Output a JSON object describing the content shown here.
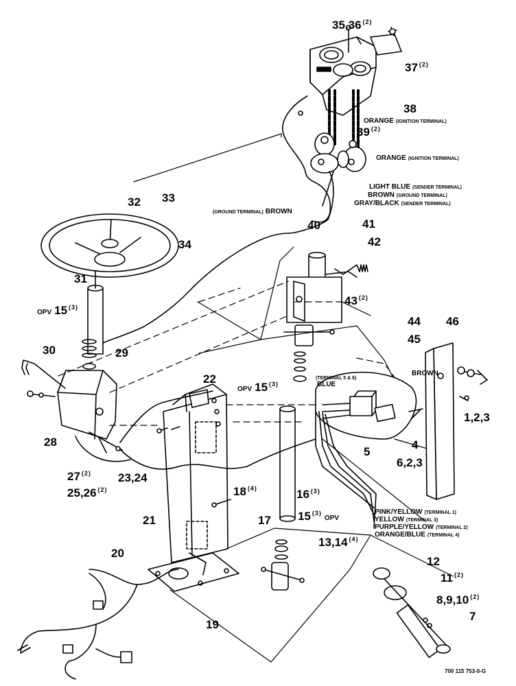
{
  "callouts": [
    {
      "id": "c-35-36",
      "num": "35,36",
      "qty": "(2)"
    },
    {
      "id": "c-37",
      "num": "37",
      "qty": "(2)"
    },
    {
      "id": "c-38",
      "num": "38",
      "qty": ""
    },
    {
      "id": "c-39",
      "num": "39",
      "qty": "(2)"
    },
    {
      "id": "c-32",
      "num": "32",
      "qty": ""
    },
    {
      "id": "c-33",
      "num": "33",
      "qty": ""
    },
    {
      "id": "c-34",
      "num": "34",
      "qty": ""
    },
    {
      "id": "c-40",
      "num": "40",
      "qty": ""
    },
    {
      "id": "c-41",
      "num": "41",
      "qty": ""
    },
    {
      "id": "c-42",
      "num": "42",
      "qty": ""
    },
    {
      "id": "c-43",
      "num": "43",
      "qty": "(2)"
    },
    {
      "id": "c-31",
      "num": "31",
      "qty": ""
    },
    {
      "id": "c-15a",
      "num": "15",
      "qty": "(3)",
      "prefix": "OPV",
      "suffix": ""
    },
    {
      "id": "c-30",
      "num": "30",
      "qty": ""
    },
    {
      "id": "c-29",
      "num": "29",
      "qty": ""
    },
    {
      "id": "c-44",
      "num": "44",
      "qty": ""
    },
    {
      "id": "c-45",
      "num": "45",
      "qty": ""
    },
    {
      "id": "c-46",
      "num": "46",
      "qty": ""
    },
    {
      "id": "c-22",
      "num": "22",
      "qty": ""
    },
    {
      "id": "c-15b",
      "num": "15",
      "qty": "(3)",
      "prefix": "OPV",
      "suffix": ""
    },
    {
      "id": "c-1-2-3",
      "num": "1,2,3",
      "qty": ""
    },
    {
      "id": "c-28",
      "num": "28",
      "qty": ""
    },
    {
      "id": "c-4",
      "num": "4",
      "qty": ""
    },
    {
      "id": "c-5",
      "num": "5",
      "qty": ""
    },
    {
      "id": "c-6-2-3",
      "num": "6,2,3",
      "qty": ""
    },
    {
      "id": "c-27",
      "num": "27",
      "qty": "(2)"
    },
    {
      "id": "c-23-24",
      "num": "23,24",
      "qty": ""
    },
    {
      "id": "c-25-26",
      "num": "25,26",
      "qty": "(2)"
    },
    {
      "id": "c-18",
      "num": "18",
      "qty": "(4)"
    },
    {
      "id": "c-16",
      "num": "16",
      "qty": "(3)"
    },
    {
      "id": "c-17",
      "num": "17",
      "qty": ""
    },
    {
      "id": "c-21",
      "num": "21",
      "qty": ""
    },
    {
      "id": "c-15c",
      "num": "15",
      "qty": "(3)",
      "prefix": "",
      "suffix": "OPV"
    },
    {
      "id": "c-13-14",
      "num": "13,14",
      "qty": "(4)"
    },
    {
      "id": "c-20",
      "num": "20",
      "qty": ""
    },
    {
      "id": "c-12",
      "num": "12",
      "qty": ""
    },
    {
      "id": "c-11",
      "num": "11",
      "qty": "(2)"
    },
    {
      "id": "c-8-9-10",
      "num": "8,9,10",
      "qty": "(2)"
    },
    {
      "id": "c-7",
      "num": "7",
      "qty": ""
    },
    {
      "id": "c-19",
      "num": "19",
      "qty": ""
    }
  ],
  "wires": [
    {
      "id": "w-orange-1",
      "color": "ORANGE",
      "term": "(IGNITION TERMINAL)"
    },
    {
      "id": "w-orange-2",
      "color": "ORANGE",
      "term": "(IGNITION TERMINAL)"
    },
    {
      "id": "w-lightblue",
      "color": "LIGHT BLUE",
      "term": "(SENDER TERMINAL)"
    },
    {
      "id": "w-brown-1",
      "color": "BROWN",
      "term": "(GROUND TERMINAL)"
    },
    {
      "id": "w-grayblack",
      "color": "GRAY/BLACK",
      "term": "(SENDER TERMINAL)"
    },
    {
      "id": "w-brown-2",
      "pre": "(GROUND TERMINAL)",
      "color": "BROWN"
    },
    {
      "id": "w-term56",
      "color": "",
      "term": "(TERMINAL 5 & 6)"
    },
    {
      "id": "w-blue",
      "color": "BLUE",
      "term": ""
    },
    {
      "id": "w-brown-3",
      "color": "BROWN",
      "term": ""
    },
    {
      "id": "w-pinkyellow",
      "color": "PINK/YELLOW",
      "term": "(TERMINAL 1)"
    },
    {
      "id": "w-yellow",
      "color": "YELLOW",
      "term": "(TERMINAL 3)"
    },
    {
      "id": "w-purpleyellow",
      "color": "PURPLE/YELLOW",
      "term": "(TERMINAL 2)"
    },
    {
      "id": "w-orangeblue",
      "color": "ORANGE/BLUE",
      "term": "(TERMINAL 4)"
    }
  ],
  "drawing_code": "700 115 753-0-G"
}
